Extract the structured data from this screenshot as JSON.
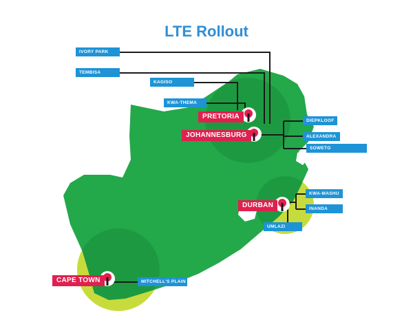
{
  "title": "LTE Rollout",
  "colors": {
    "title": "#2e8fd6",
    "land": "#23a84a",
    "coverage_halo": "#c7dc3c",
    "suburb_label": "#1e93d6",
    "city_label": "#e0204f",
    "connector": "#1a1a1a"
  },
  "cities": {
    "pretoria": "PRETORIA",
    "johannesburg": "JOHANNESBURG",
    "durban": "DURBAN",
    "cape_town": "CAPE TOWN"
  },
  "suburbs": {
    "ivory_park": "IVORY PARK",
    "tembisa": "TEMBISA",
    "kagiso": "KAGISO",
    "kwa_thema": "KWA-THEMA",
    "diepkloof": "DIEPKLOOF",
    "alexandra": "ALEXANDRA",
    "soweto": "SOWETO",
    "kwa_mashu": "KWA-MASHU",
    "umlazi": "UMLAZI",
    "inanda": "INANDA",
    "mitchells_plain": "MITCHELL'S PLAIN"
  },
  "icons": {
    "city_marker": "map-pin-icon"
  }
}
